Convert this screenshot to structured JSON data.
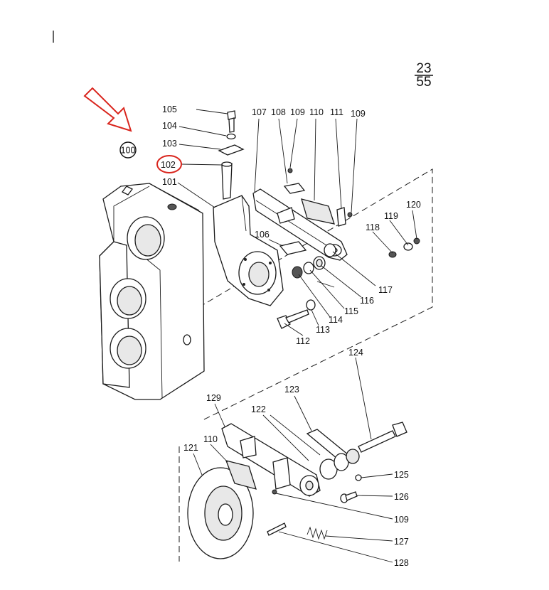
{
  "page_number": {
    "numerator": "23",
    "denominator": "55"
  },
  "assembly_callout": "100",
  "highlight_color": "#d9251d",
  "highlighted_part": "102",
  "part_labels": [
    "101",
    "102",
    "103",
    "104",
    "105",
    "106",
    "107",
    "108",
    "109",
    "110",
    "111",
    "109",
    "112",
    "113",
    "114",
    "115",
    "116",
    "117",
    "118",
    "119",
    "120",
    "121",
    "110",
    "122",
    "123",
    "124",
    "125",
    "126",
    "109",
    "127",
    "128",
    "129"
  ]
}
